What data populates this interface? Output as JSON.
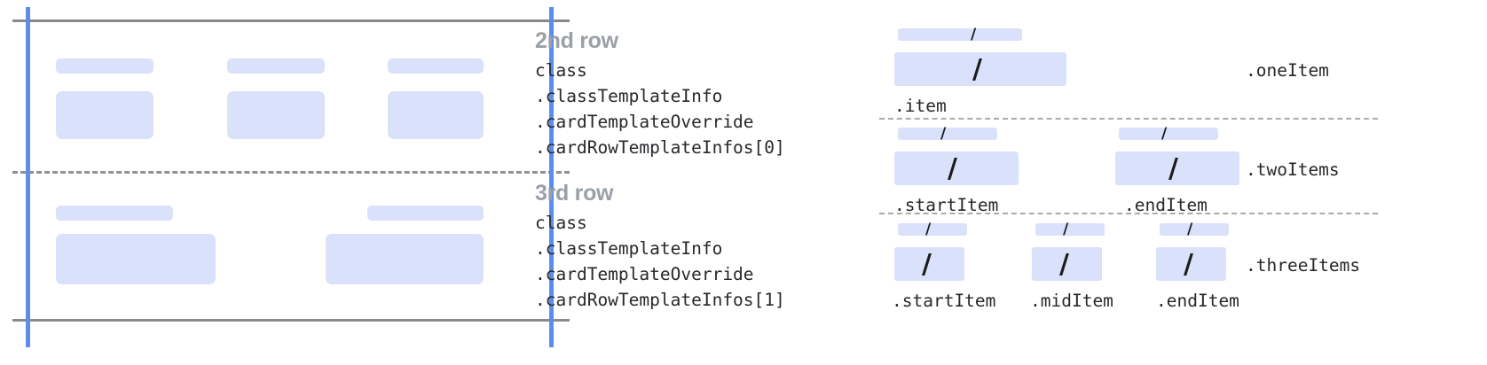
{
  "diagram": {
    "title_colors": {
      "heading": "#9aa0a6",
      "code": "#26282b",
      "block_fill": "#d9e2fa",
      "guide_blue": "#5b8def",
      "rule_gray": "#8a8a8a",
      "dash_gray": "#aaaaaa"
    }
  },
  "left_panel": {
    "name": "card-row-template-preview",
    "rows": [
      {
        "name": "second-row-preview",
        "columns": [
          {
            "cap_label": "",
            "body_label": ""
          },
          {
            "cap_label": "",
            "body_label": ""
          },
          {
            "cap_label": "",
            "body_label": ""
          }
        ]
      },
      {
        "name": "third-row-preview",
        "columns": [
          {
            "cap_label": "",
            "body_label": ""
          },
          {
            "cap_label": "",
            "body_label": ""
          }
        ]
      }
    ]
  },
  "mid_column": {
    "groups": [
      {
        "heading": "2nd row",
        "lines": [
          "class",
          ".classTemplateInfo",
          ".cardTemplateOverride",
          ".cardRowTemplateInfos[0]"
        ]
      },
      {
        "heading": "3rd row",
        "lines": [
          "class",
          ".classTemplateInfo",
          ".cardTemplateOverride",
          ".cardRowTemplateInfos[1]"
        ]
      }
    ]
  },
  "right_panel": {
    "groups": [
      {
        "group_label": ".oneItem",
        "items": [
          {
            "label": ".item",
            "slash": "/"
          }
        ]
      },
      {
        "group_label": ".twoItems",
        "items": [
          {
            "label": ".startItem",
            "slash": "/"
          },
          {
            "label": ".endItem",
            "slash": "/"
          }
        ]
      },
      {
        "group_label": ".threeItems",
        "items": [
          {
            "label": ".startItem",
            "slash": "/"
          },
          {
            "label": ".midItem",
            "slash": "/"
          },
          {
            "label": ".endItem",
            "slash": "/"
          }
        ]
      }
    ],
    "cap_slash": "/"
  }
}
